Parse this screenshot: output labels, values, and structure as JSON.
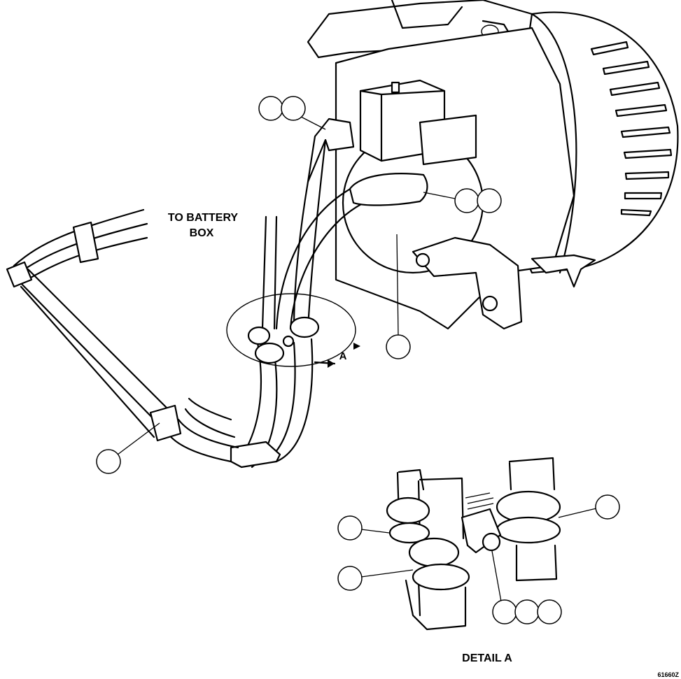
{
  "labels": {
    "battery_line1": "TO BATTERY",
    "battery_line2": "BOX",
    "detail_arrow": "A",
    "detail_title": "DETAIL A",
    "figure_id": "61660Z"
  },
  "callouts": {
    "top_pair_left": "",
    "top_pair_right": "",
    "mid_pair_left": "",
    "mid_pair_right": "",
    "starter_bottom": "",
    "lower_left": "",
    "detail_right": "",
    "detail_left_upper": "",
    "detail_left_lower": "",
    "detail_triple_1": "",
    "detail_triple_2": "",
    "detail_triple_3": ""
  }
}
